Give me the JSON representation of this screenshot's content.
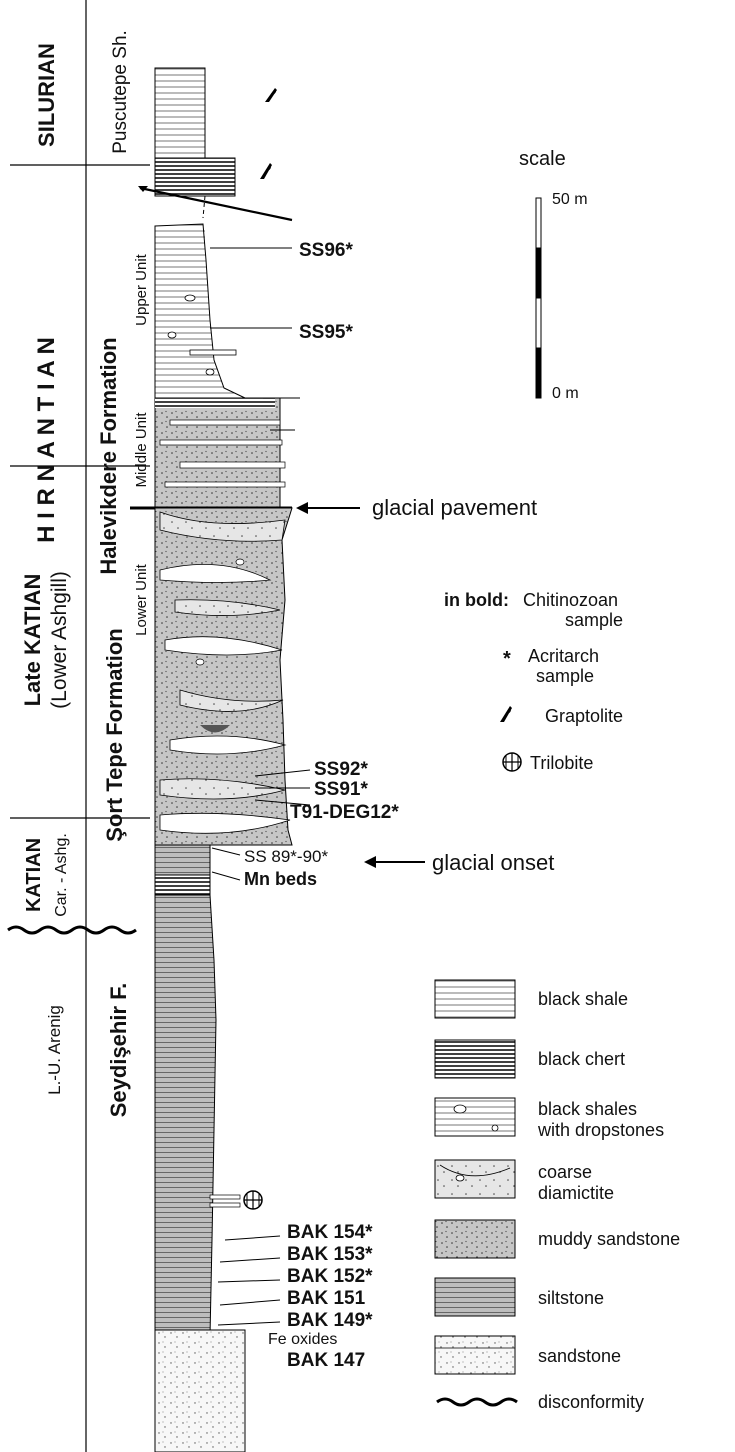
{
  "periods": {
    "silurian": "SILURIAN",
    "hirnantian": "H I R N A N T I A N",
    "late_katian": "Late KATIAN",
    "lower_ashgill": "(Lower Ashgill)",
    "katian": "KATIAN",
    "car_ashg": "Car. - Ashg.",
    "arenig": "L.-U. Arenig"
  },
  "formations": {
    "puscutepe": "Puscutepe Sh.",
    "halevikdere": "Halevikdere Formation",
    "sort_tepe": "Şort Tepe   Formation",
    "seydisehir": "Seydişehir F."
  },
  "units": {
    "upper": "Upper Unit",
    "middle": "Middle Unit",
    "lower": "Lower Unit"
  },
  "samples": {
    "ss96": "SS96*",
    "ss95": "SS95*",
    "ss92": "SS92*",
    "ss91": "SS91*",
    "t91": "T91-DEG12*",
    "ss8990": "SS 89*-90*",
    "mn": "Mn beds",
    "bak154": "BAK 154*",
    "bak153": "BAK 153*",
    "bak152": "BAK 152*",
    "bak151": "BAK 151",
    "bak149": "BAK 149*",
    "fe": "Fe oxides",
    "bak147": "BAK 147"
  },
  "events": {
    "pavement": "glacial pavement",
    "onset": "glacial onset"
  },
  "scale": {
    "title": "scale",
    "top": "50 m",
    "bottom": "0 m"
  },
  "key": {
    "bold_prefix": "in bold:",
    "bold_rest": "Chitinozoan",
    "bold_line2": "sample",
    "acritarch1": "Acritarch",
    "acritarch2": "sample",
    "graptolite": "Graptolite",
    "trilobite": "Trilobite"
  },
  "legend": {
    "black_shale": "black shale",
    "black_chert": "black chert",
    "dropstones1": "black shales",
    "dropstones2": "with dropstones",
    "diamictite1": "coarse",
    "diamictite2": "diamictite",
    "muddy": "muddy sandstone",
    "siltstone": "siltstone",
    "sandstone": "sandstone",
    "disconformity": "disconformity"
  }
}
